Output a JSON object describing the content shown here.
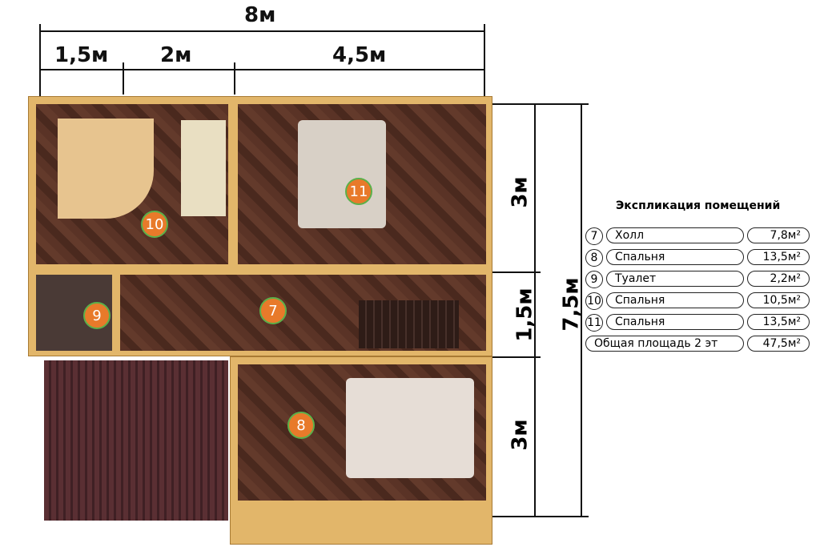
{
  "dimensions": {
    "top_total": "8м",
    "top_segments": [
      "1,5м",
      "2м",
      "4,5м"
    ],
    "right_segments": [
      "3м",
      "1,5м",
      "3м"
    ],
    "right_total": "7,5м"
  },
  "rooms": [
    {
      "number": "10"
    },
    {
      "number": "11"
    },
    {
      "number": "9"
    },
    {
      "number": "7"
    },
    {
      "number": "8"
    }
  ],
  "legend": {
    "title": "Экспликация помещений",
    "rows": [
      {
        "number": "7",
        "name": "Холл",
        "area": "7,8м²"
      },
      {
        "number": "8",
        "name": "Спальня",
        "area": "13,5м²"
      },
      {
        "number": "9",
        "name": "Туалет",
        "area": "2,2м²"
      },
      {
        "number": "10",
        "name": "Спальня",
        "area": "10,5м²"
      },
      {
        "number": "11",
        "name": "Спальня",
        "area": "13,5м²"
      }
    ],
    "total_label": "Общая площадь 2 эт",
    "total_area": "47,5м²"
  },
  "colors": {
    "marker": "#e87a2a",
    "wall": "#e2b66a"
  }
}
